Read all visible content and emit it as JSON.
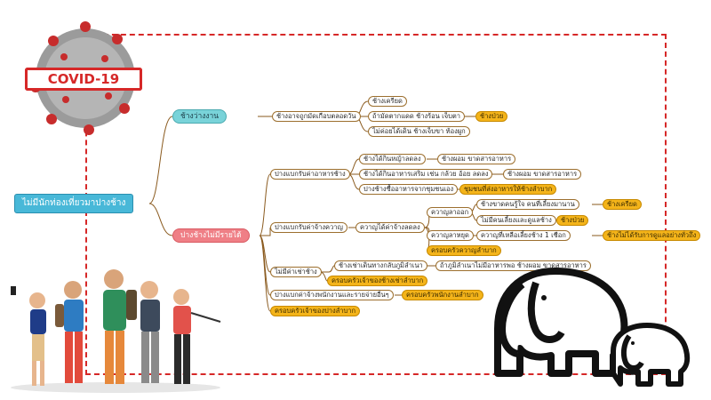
{
  "badge": {
    "label": "COVID-19"
  },
  "colors": {
    "frame": "#d62828",
    "root": "#48b8d8",
    "gold": "#f4b41a",
    "teal": "#79d3d9",
    "red": "#ef7f86",
    "line": "#8a5a1e"
  },
  "mindmap": {
    "root": "ไม่มีนักท่องเที่ยวมาปางช้าง",
    "branch_jobless": {
      "label": "ช้างว่างงาน",
      "child": "ช้างอาจถูกมัดเกือบตลอดวัน",
      "effects": [
        "ช้างเครียด",
        "ถ้ามัดตากแดด ช้างร้อน เจ็บตา",
        "ไม่ค่อยได้เดิน ช้างเจ็บขา ท้องผูก"
      ],
      "result": "ช้างป่วย"
    },
    "branch_noincome": {
      "label": "ปางช้างไม่มีรายได้",
      "food": {
        "label": "ปางแบกรับค่าอาหารช้าง",
        "items": [
          "ช้างได้กินหญ้าลดลง",
          "ช้างได้กินอาหารเสริม เช่น กล้วย อ้อย ลดลง",
          "ปางช้างซื้ออาหารจากชุมชนเอง"
        ],
        "results": [
          "ช้างผอม ขาดสารอาหาร",
          "ช้างผอม ขาดสารอาหาร",
          "ชุมชนที่ส่งอาหารให้ช้างลำบาก"
        ]
      },
      "mahout": {
        "label": "ปางแบกรับค่าจ้างควาญ",
        "child": "ควาญได้ค่าจ้างลดลง",
        "quit": {
          "label": "ควาญลาออก",
          "items": [
            "ช้างขาดคนรู้ใจ คนที่เลี้ยงมานาน",
            "ไม่มีคนเลี้ยงและดูแลช้าง"
          ],
          "results": [
            "ช้างเครียด",
            "ช้างป่วย"
          ]
        },
        "pause": {
          "label": "ควาญลาหยุด",
          "item": "ควาญที่เหลือเลี้ยงช้าง 1 เชือก",
          "result": "ช้างไม่ได้รับการดูแลอย่างทั่วถึง"
        },
        "family": "ครอบครัวควาญลำบาก"
      },
      "rent": {
        "label": "ไม่มีค่าเช่าช้าง",
        "child": "ช้างเช่าเดินทางกลับภูมิลำเนา",
        "result": "ถ้าภูมิลำเนาไม่มีอาหารพอ ช้างผอม ขาดสารอาหาร",
        "family": "ครอบครัวเจ้าของช้างเช่าลำบาก"
      },
      "staff": {
        "label": "ปางแบกค่าจ้างพนักงานและรายจ่ายอื่นๆ",
        "result": "ครอบครัวพนักงานลำบาก"
      },
      "owners": "ครอบครัวเจ้าของปางลำบาก"
    }
  }
}
